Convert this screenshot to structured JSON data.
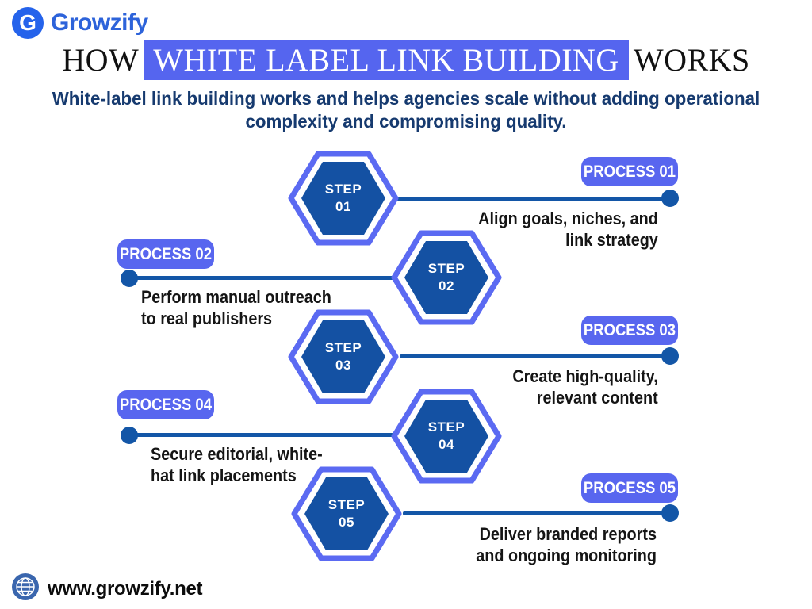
{
  "brand": {
    "name": "Growzify"
  },
  "title": {
    "prefix": "HOW",
    "highlight": "WHITE LABEL LINK BUILDING",
    "suffix": "WORKS"
  },
  "subtitle": {
    "line1": "White-label link building works and helps agencies scale without adding operational",
    "line2": "complexity and compromising quality."
  },
  "steps": [
    {
      "step_word": "STEP",
      "step_num": "01",
      "process": "PROCESS 01",
      "desc1": "Align goals, niches, and",
      "desc2": "link strategy",
      "side": "right"
    },
    {
      "step_word": "STEP",
      "step_num": "02",
      "process": "PROCESS 02",
      "desc1": "Perform manual outreach",
      "desc2": "to real publishers",
      "side": "left"
    },
    {
      "step_word": "STEP",
      "step_num": "03",
      "process": "PROCESS 03",
      "desc1": "Create high-quality,",
      "desc2": "relevant content",
      "side": "right"
    },
    {
      "step_word": "STEP",
      "step_num": "04",
      "process": "PROCESS 04",
      "desc1": "Secure editorial, white-",
      "desc2": "hat link placements",
      "side": "left"
    },
    {
      "step_word": "STEP",
      "step_num": "05",
      "process": "PROCESS 05",
      "desc1": "Deliver branded reports",
      "desc2": "and ongoing monitoring",
      "side": "right"
    }
  ],
  "footer": {
    "website": "www.growzify.net"
  },
  "colors": {
    "accent": "#5866ef",
    "hex_fill": "#1451a3",
    "hex_outline": "#5b6af2",
    "line": "#1356a7",
    "navy_text": "#163a6f",
    "logo_blue": "#2d63da",
    "globe_blue": "#3a66ae",
    "title_highlight_bg": "#5565ef"
  }
}
